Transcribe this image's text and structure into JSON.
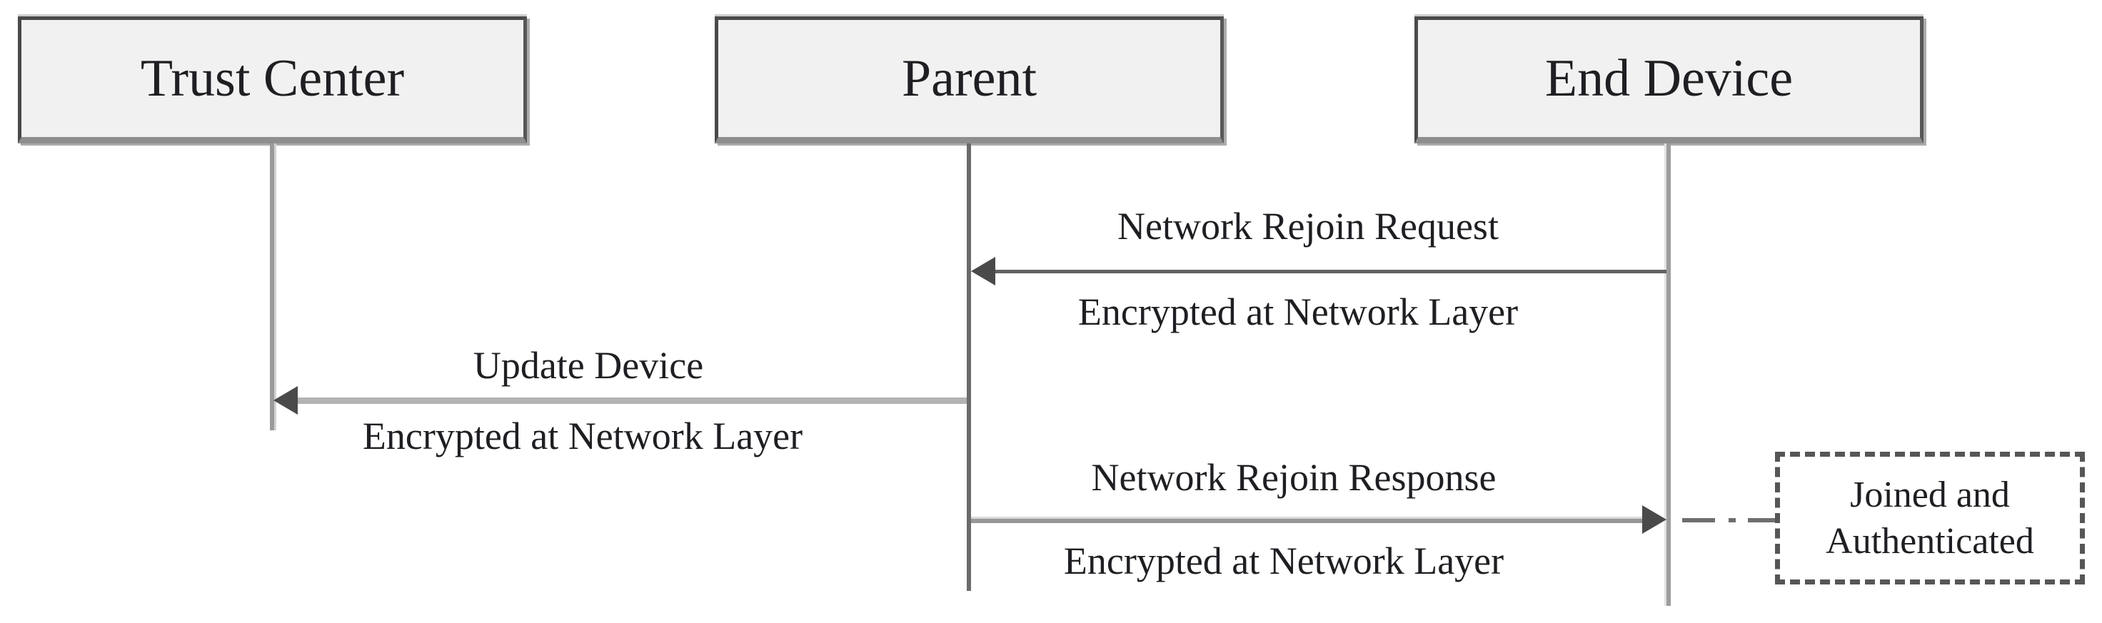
{
  "diagram_type": "sequence-diagram",
  "actors": [
    {
      "name": "Trust Center"
    },
    {
      "name": "Parent"
    },
    {
      "name": "End Device"
    }
  ],
  "messages": [
    {
      "label": "Network Rejoin Request",
      "sublabel": "Encrypted at Network Layer",
      "from": "End Device",
      "to": "Parent",
      "arrow_direction": "left"
    },
    {
      "label": "Update Device",
      "sublabel": "Encrypted at Network Layer",
      "from": "Parent",
      "to": "Trust Center",
      "arrow_direction": "left"
    },
    {
      "label": "Network Rejoin Response",
      "sublabel": "Encrypted at Network Layer",
      "from": "Parent",
      "to": "End Device",
      "arrow_direction": "right"
    }
  ],
  "annotation": {
    "line1": "Joined and",
    "line2": "Authenticated",
    "style": "dashed-box",
    "connector": "dash-dot"
  },
  "colors": {
    "actor_fill": "#f1f1f1",
    "actor_border": "#4a4a4a",
    "actor_shadow": "#ababab",
    "lifeline_gray": "#9a9a9a",
    "arrow_dark": "#4a4a4a",
    "shaft_light": "#b3b3b3",
    "text": "#1f1f23",
    "background": "#ffffff"
  }
}
